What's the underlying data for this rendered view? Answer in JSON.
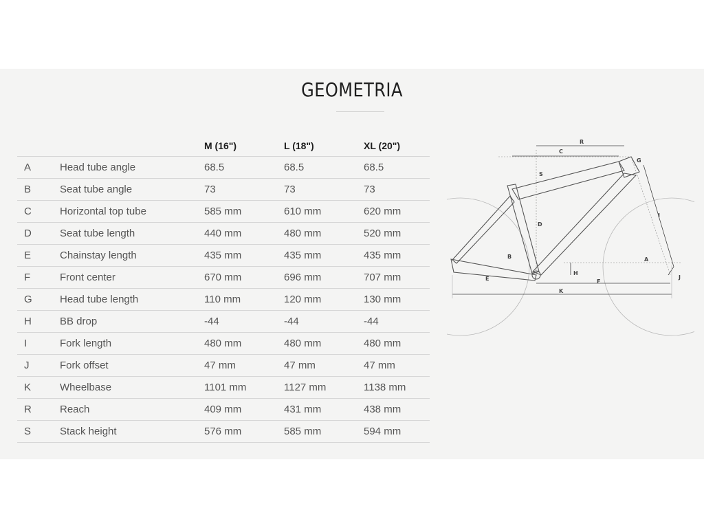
{
  "title": "GEOMETRIA",
  "table": {
    "headers": [
      "",
      "",
      "M (16\")",
      "L (18\")",
      "XL (20\")"
    ],
    "rows": [
      [
        "A",
        "Head tube angle",
        "68.5",
        "68.5",
        "68.5"
      ],
      [
        "B",
        "Seat tube angle",
        "73",
        "73",
        "73"
      ],
      [
        "C",
        "Horizontal top tube",
        "585 mm",
        "610 mm",
        "620 mm"
      ],
      [
        "D",
        "Seat tube length",
        "440 mm",
        "480 mm",
        "520 mm"
      ],
      [
        "E",
        "Chainstay length",
        "435 mm",
        "435 mm",
        "435 mm"
      ],
      [
        "F",
        "Front center",
        "670 mm",
        "696 mm",
        "707 mm"
      ],
      [
        "G",
        "Head tube length",
        "110 mm",
        "120 mm",
        "130 mm"
      ],
      [
        "H",
        "BB drop",
        "-44",
        "-44",
        "-44"
      ],
      [
        "I",
        "Fork length",
        "480 mm",
        "480 mm",
        "480 mm"
      ],
      [
        "J",
        "Fork offset",
        "47 mm",
        "47 mm",
        "47 mm"
      ],
      [
        "K",
        "Wheelbase",
        "1101 mm",
        "1127 mm",
        "1138 mm"
      ],
      [
        "R",
        "Reach",
        "409 mm",
        "431 mm",
        "438 mm"
      ],
      [
        "S",
        "Stack height",
        "576 mm",
        "585 mm",
        "594 mm"
      ]
    ]
  },
  "diagram_labels": {
    "R": "R",
    "C": "C",
    "G": "G",
    "S": "S",
    "I": "I",
    "D": "D",
    "B": "B",
    "A": "A",
    "H": "H",
    "J": "J",
    "E": "E",
    "F": "F",
    "K": "K"
  }
}
